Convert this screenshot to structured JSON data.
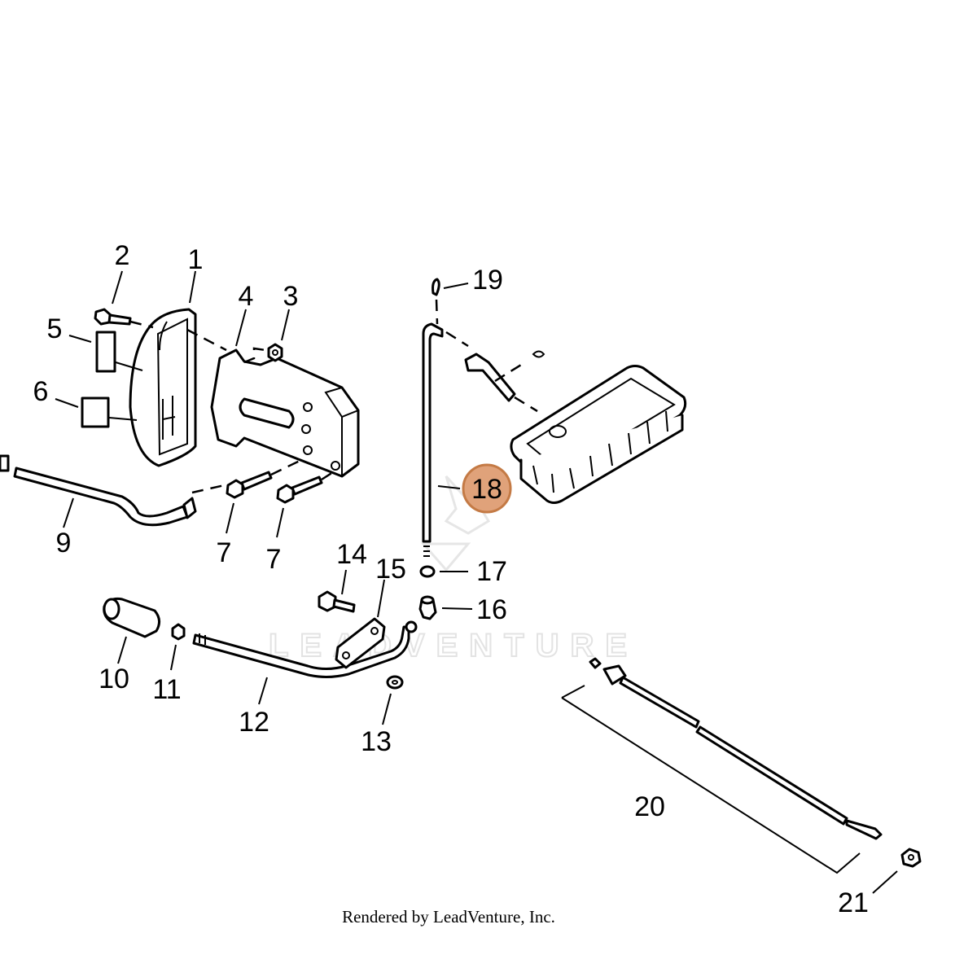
{
  "callouts": [
    {
      "id": "1",
      "label": "1"
    },
    {
      "id": "2",
      "label": "2"
    },
    {
      "id": "3",
      "label": "3"
    },
    {
      "id": "4",
      "label": "4"
    },
    {
      "id": "5",
      "label": "5"
    },
    {
      "id": "6",
      "label": "6"
    },
    {
      "id": "7a",
      "label": "7"
    },
    {
      "id": "7b",
      "label": "7"
    },
    {
      "id": "9",
      "label": "9"
    },
    {
      "id": "10",
      "label": "10"
    },
    {
      "id": "11",
      "label": "11"
    },
    {
      "id": "12",
      "label": "12"
    },
    {
      "id": "13",
      "label": "13"
    },
    {
      "id": "14",
      "label": "14"
    },
    {
      "id": "15",
      "label": "15"
    },
    {
      "id": "16",
      "label": "16"
    },
    {
      "id": "17",
      "label": "17"
    },
    {
      "id": "18",
      "label": "18"
    },
    {
      "id": "19",
      "label": "19"
    },
    {
      "id": "20",
      "label": "20"
    },
    {
      "id": "21",
      "label": "21"
    }
  ],
  "highlighted_part": "18",
  "watermark": "LEADVENTURE",
  "footer": "Rendered by LeadVenture, Inc.",
  "colors": {
    "line": "#000000",
    "highlight_fill": "#e0a27a",
    "highlight_stroke": "#c47a45",
    "watermark": "#e3e3e3"
  }
}
